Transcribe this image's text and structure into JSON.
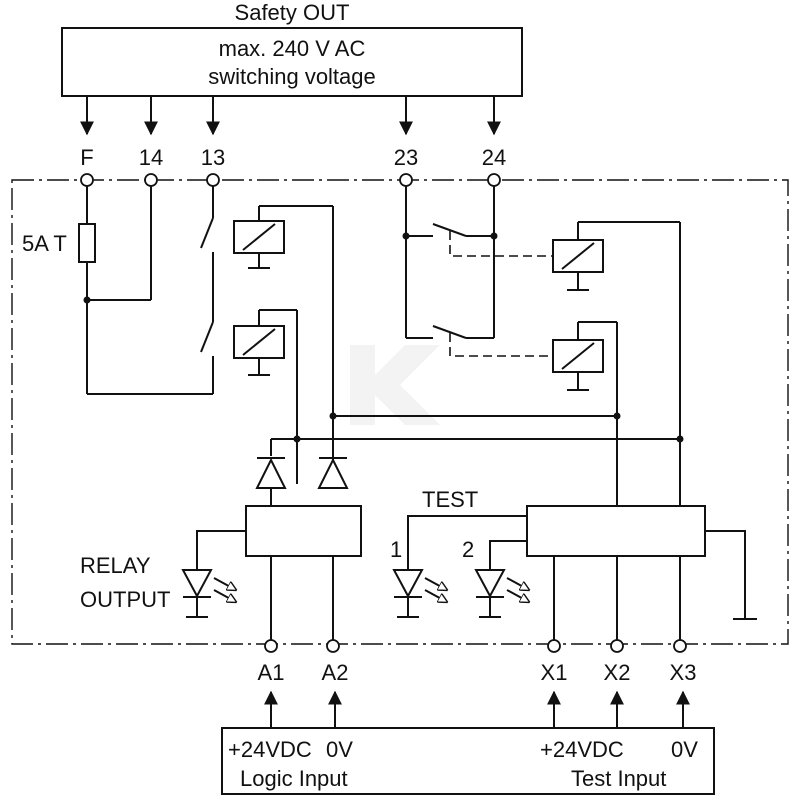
{
  "safety_out": {
    "title": "Safety OUT",
    "line1": "max. 240 V AC",
    "line2": "switching voltage"
  },
  "terminals_top": [
    "F",
    "14",
    "13",
    "23",
    "24"
  ],
  "fuse_label": "5A T",
  "relay_output_label": [
    "RELAY",
    "OUTPUT"
  ],
  "test_label": "TEST",
  "led_labels": [
    "1",
    "2"
  ],
  "terminals_bottom": [
    "A1",
    "A2",
    "X1",
    "X2",
    "X3"
  ],
  "logic_input": {
    "v24": "+24VDC",
    "v0": "0V",
    "name": "Logic Input"
  },
  "test_input": {
    "v24": "+24VDC",
    "v0": "0V",
    "name": "Test Input"
  },
  "colors": {
    "line": "#111111",
    "background": "#ffffff"
  }
}
